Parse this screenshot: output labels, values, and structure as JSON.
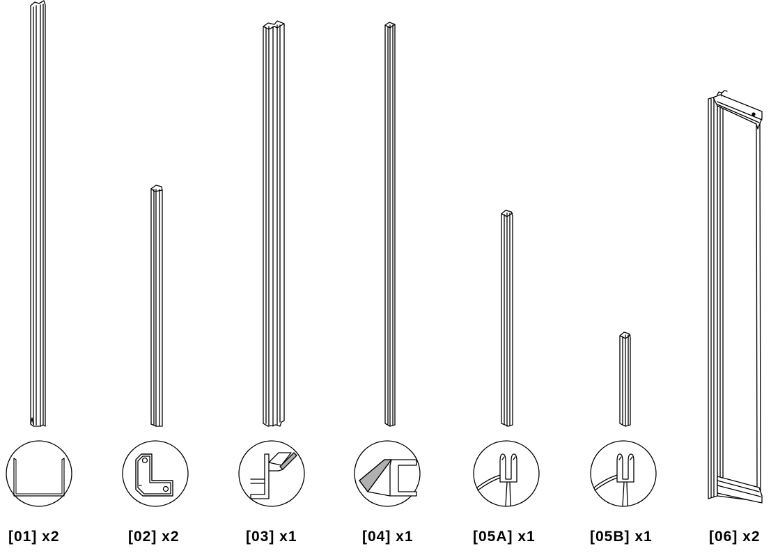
{
  "parts": [
    {
      "code": "[01]",
      "qty": "x2",
      "label": "[01] x2",
      "profile": "u-channel"
    },
    {
      "code": "[02]",
      "qty": "x2",
      "label": "[02] x2",
      "profile": "l-profile"
    },
    {
      "code": "[03]",
      "qty": "x1",
      "label": "[03] x1",
      "profile": "f-profile"
    },
    {
      "code": "[04]",
      "qty": "x1",
      "label": "[04] x1",
      "profile": "magnetic-seal"
    },
    {
      "code": "[05A]",
      "qty": "x1",
      "label": "[05A] x1",
      "profile": "fin-seal"
    },
    {
      "code": "[05B]",
      "qty": "x1",
      "label": "[05B] x1",
      "profile": "fin-seal"
    },
    {
      "code": "[06]",
      "qty": "x2",
      "label": "[06] x2",
      "profile": "glass-panel"
    }
  ],
  "colors": {
    "line": "#000000",
    "fill": "#ffffff",
    "foam": "#b0b0b0"
  }
}
